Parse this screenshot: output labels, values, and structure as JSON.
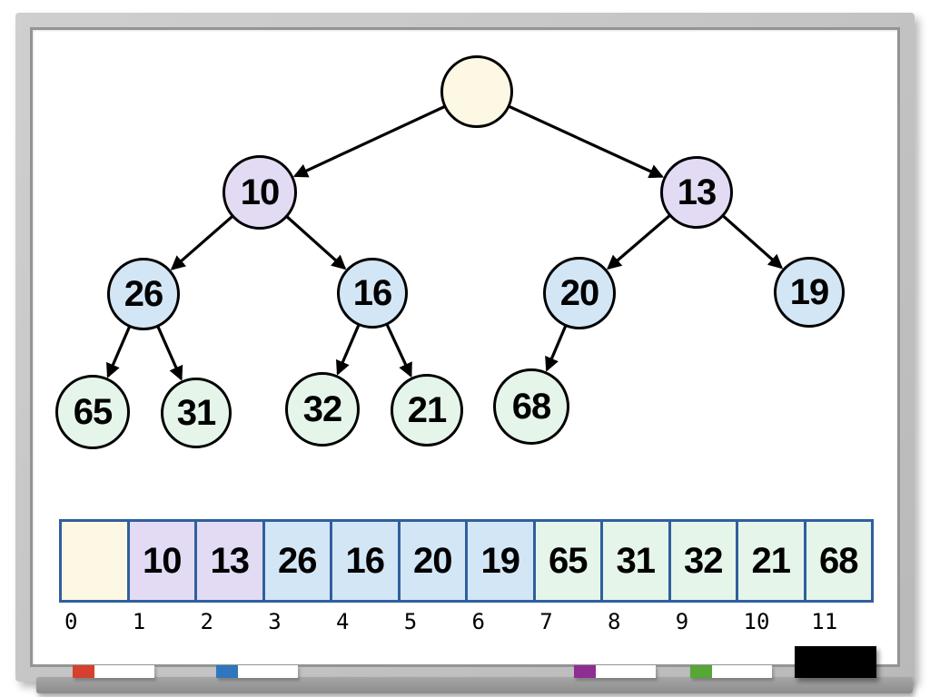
{
  "tree": {
    "nodes": [
      {
        "value": "",
        "color_key": "cream"
      },
      {
        "value": "10",
        "color_key": "purple"
      },
      {
        "value": "13",
        "color_key": "purple"
      },
      {
        "value": "26",
        "color_key": "blue"
      },
      {
        "value": "16",
        "color_key": "blue"
      },
      {
        "value": "20",
        "color_key": "blue"
      },
      {
        "value": "19",
        "color_key": "blue"
      },
      {
        "value": "65",
        "color_key": "green"
      },
      {
        "value": "31",
        "color_key": "green"
      },
      {
        "value": "32",
        "color_key": "green"
      },
      {
        "value": "21",
        "color_key": "green"
      },
      {
        "value": "68",
        "color_key": "green"
      }
    ],
    "edges": [
      [
        0,
        1
      ],
      [
        0,
        2
      ],
      [
        1,
        3
      ],
      [
        1,
        4
      ],
      [
        2,
        5
      ],
      [
        2,
        6
      ],
      [
        3,
        7
      ],
      [
        3,
        8
      ],
      [
        4,
        9
      ],
      [
        4,
        10
      ],
      [
        5,
        11
      ]
    ]
  },
  "array": {
    "cells": [
      {
        "index": "0",
        "value": "",
        "color_key": "cream"
      },
      {
        "index": "1",
        "value": "10",
        "color_key": "purple"
      },
      {
        "index": "2",
        "value": "13",
        "color_key": "purple"
      },
      {
        "index": "3",
        "value": "26",
        "color_key": "blue"
      },
      {
        "index": "4",
        "value": "16",
        "color_key": "blue"
      },
      {
        "index": "5",
        "value": "20",
        "color_key": "blue"
      },
      {
        "index": "6",
        "value": "19",
        "color_key": "blue"
      },
      {
        "index": "7",
        "value": "65",
        "color_key": "green"
      },
      {
        "index": "8",
        "value": "31",
        "color_key": "green"
      },
      {
        "index": "9",
        "value": "32",
        "color_key": "green"
      },
      {
        "index": "10",
        "value": "21",
        "color_key": "green"
      },
      {
        "index": "11",
        "value": "68",
        "color_key": "green"
      }
    ]
  },
  "colors": {
    "cream": "#FCF8E3",
    "purple": "#E3DBF4",
    "blue": "#D3E6F6",
    "green": "#E5F5EA",
    "cell_border": "#2F5F9E",
    "node_border": "#000000",
    "arrow": "#000000"
  },
  "tray": {
    "markers": [
      {
        "name": "red",
        "color": "#D6402E"
      },
      {
        "name": "blue",
        "color": "#2F76BD"
      },
      {
        "name": "purple",
        "color": "#8E2D92"
      },
      {
        "name": "green",
        "color": "#57A636"
      }
    ],
    "eraser_color": "#000000"
  }
}
